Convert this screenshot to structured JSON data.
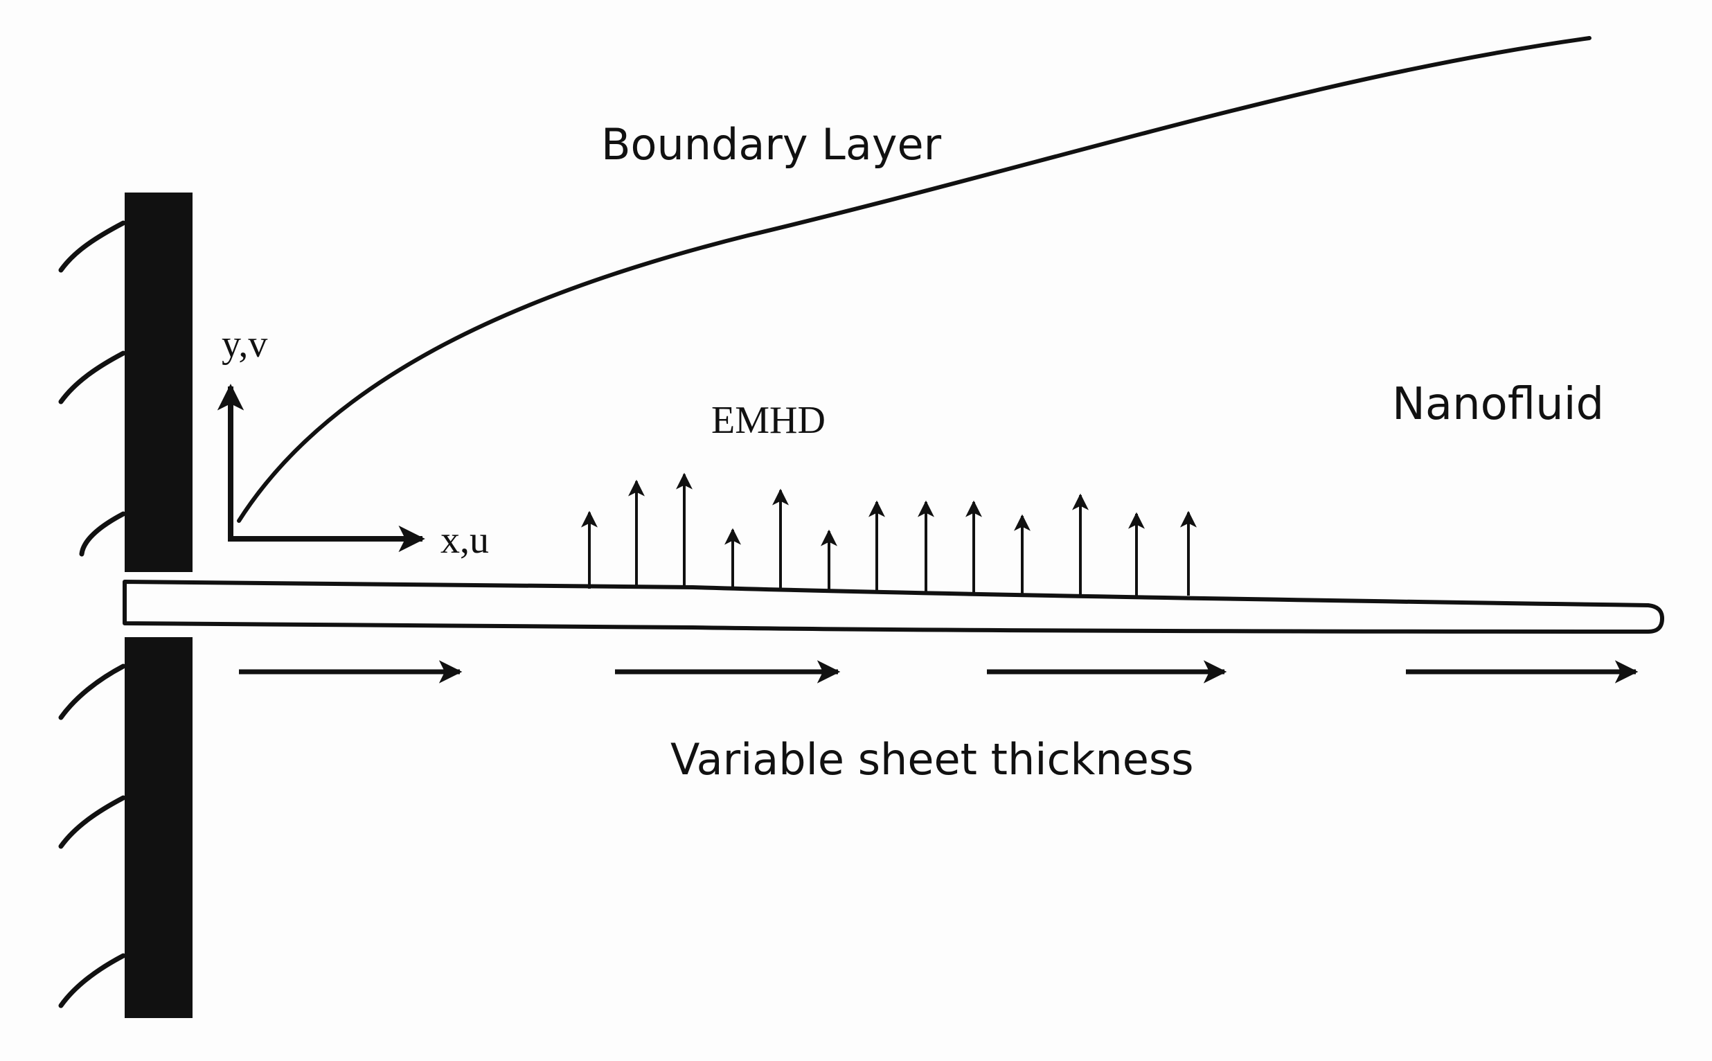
{
  "labels": {
    "boundary_layer": "Boundary Layer",
    "y_axis": "y,v",
    "x_axis": "x,u",
    "emhd": "EMHD",
    "nanofluid": "Nanofluid",
    "sheet": "Variable sheet thickness"
  },
  "colors": {
    "ink": "#111111",
    "background": "#fdfdfd"
  }
}
